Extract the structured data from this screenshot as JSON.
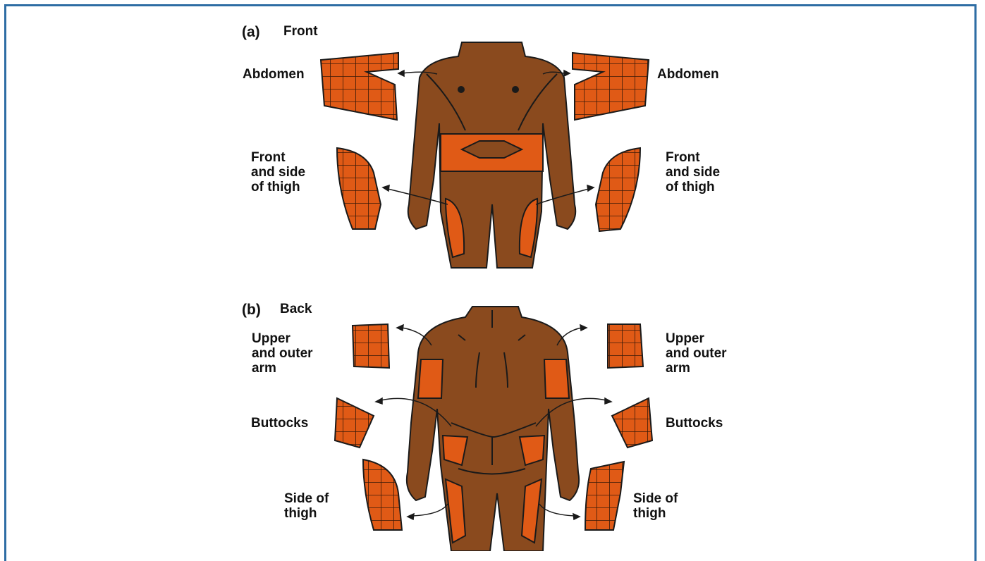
{
  "front": {
    "section_label": "(a)",
    "section_title": "Front",
    "labels": {
      "abdomen_left": "Abdomen",
      "abdomen_right": "Abdomen",
      "thigh_left": [
        "Front",
        "and side",
        "of thigh"
      ],
      "thigh_right": [
        "Front",
        "and side",
        "of thigh"
      ]
    }
  },
  "back": {
    "section_label": "(b)",
    "section_title": "Back",
    "labels": {
      "arm_left": [
        "Upper",
        "and outer",
        "arm"
      ],
      "arm_right": [
        "Upper",
        "and outer",
        "arm"
      ],
      "buttocks_left": "Buttocks",
      "buttocks_right": "Buttocks",
      "side_thigh_left": [
        "Side of",
        "thigh"
      ],
      "side_thigh_right": [
        "Side of",
        "thigh"
      ]
    }
  },
  "colors": {
    "skin": "#8a4a1e",
    "site": "#e05a16",
    "outline": "#1a1a1a",
    "frame": "#2e6da4"
  }
}
